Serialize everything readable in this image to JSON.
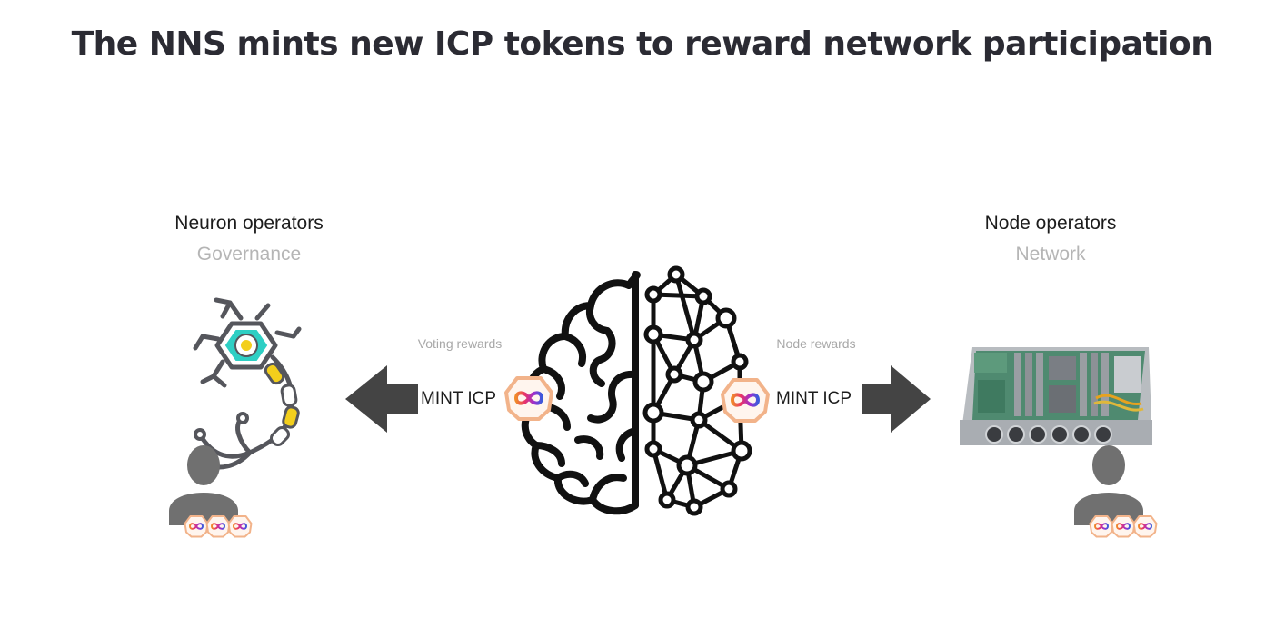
{
  "title": "The NNS mints new ICP tokens to reward network participation",
  "left": {
    "heading": "Neuron operators",
    "subheading": "Governance",
    "reward_label": "Voting rewards",
    "mint_label": "MINT ICP"
  },
  "right": {
    "heading": "Node operators",
    "subheading": "Network",
    "reward_label": "Node rewards",
    "mint_label": "MINT ICP"
  },
  "colors": {
    "title": "#2b2b33",
    "subtle_text": "#b5b5b5",
    "arrow": "#444444",
    "person": "#707070",
    "token_ring": "#f2b38a",
    "infinity_a": "#e8326b",
    "infinity_b": "#7b2fd0",
    "neuron_teal": "#2ecfc4",
    "neuron_yellow": "#f3cf1c"
  },
  "icons": [
    "neuron-icon",
    "brain-icon",
    "server-icon",
    "person-icon",
    "icp-token-icon",
    "arrow-left-icon",
    "arrow-right-icon"
  ]
}
